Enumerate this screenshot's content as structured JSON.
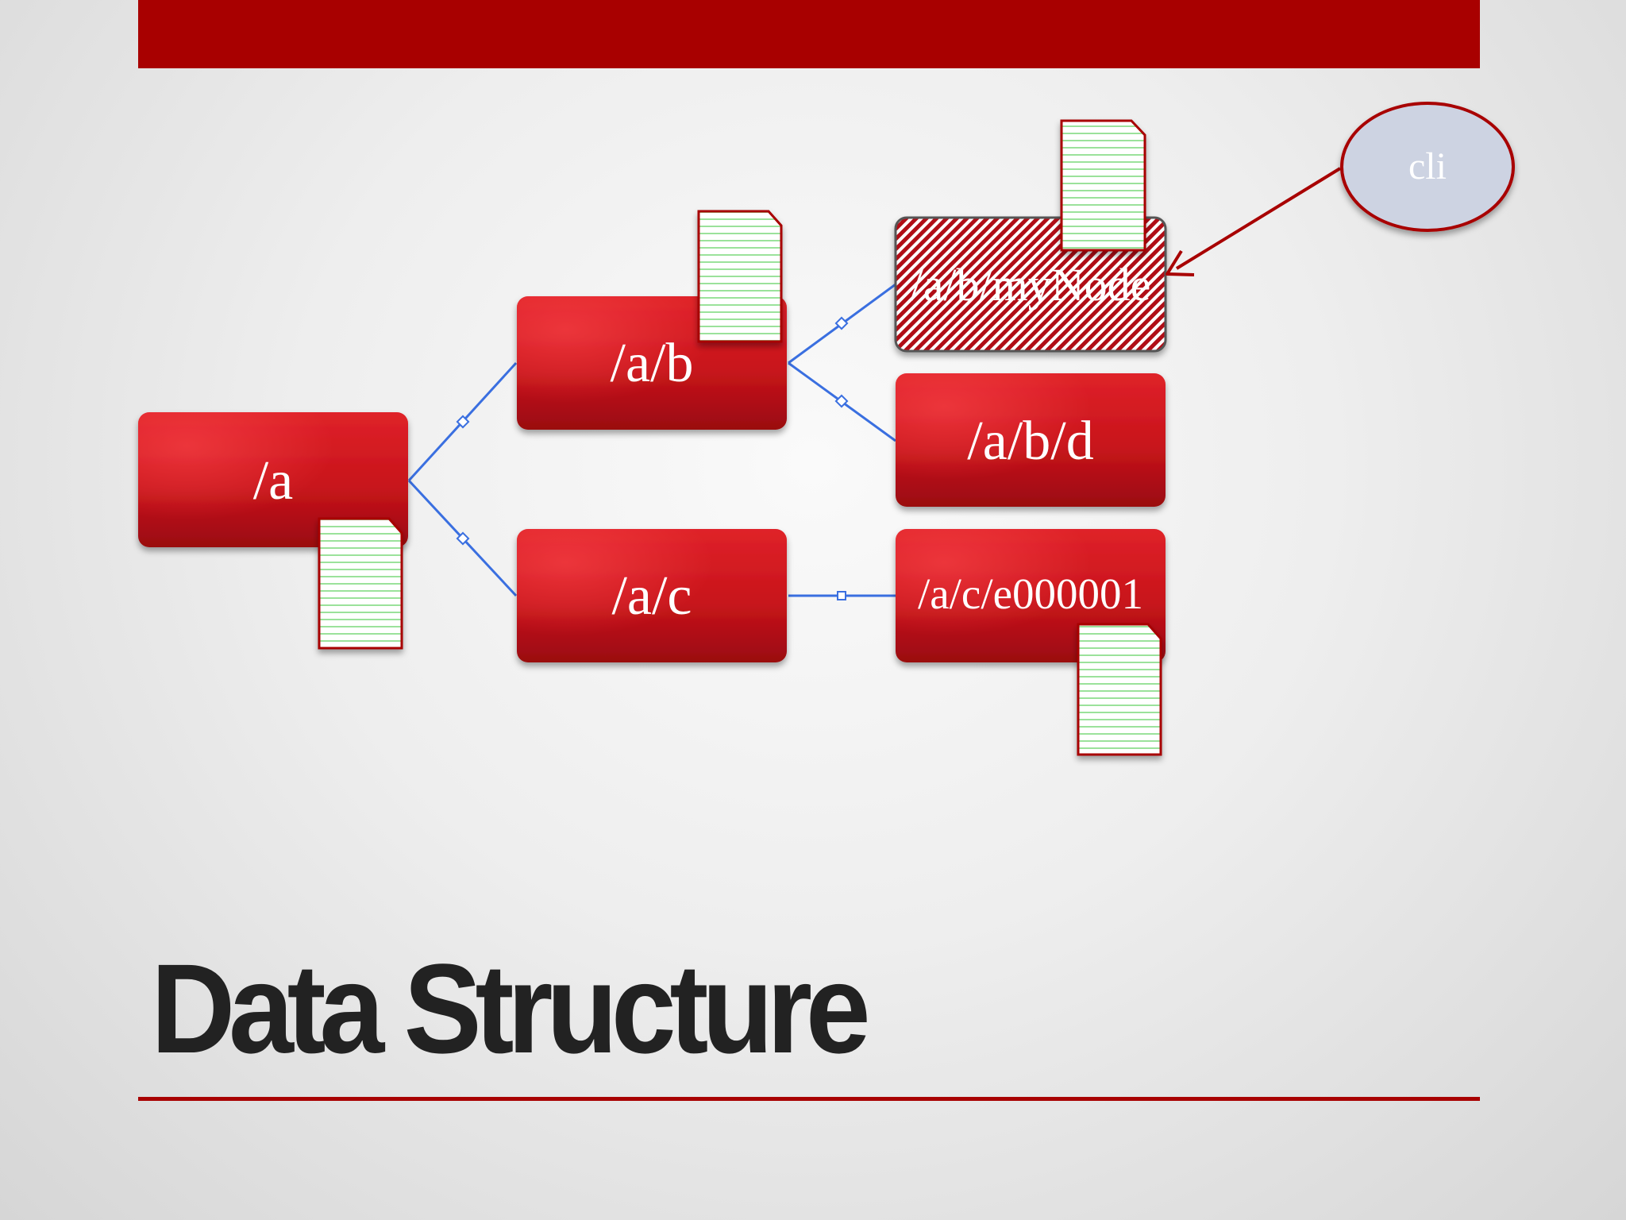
{
  "title": "Data Structure",
  "colors": {
    "accent": "#a80000",
    "node_fill": "#c8141b",
    "edge": "#3a6fe0",
    "client_fill": "#cdd3e2",
    "doc_lines": "#9be29b"
  },
  "nodes": {
    "a": "/a",
    "a_b": "/a/b",
    "a_c": "/a/c",
    "a_b_mynode": "/a/b/myNode",
    "a_b_d": "/a/b/d",
    "a_c_e000001": "/a/c/e000001"
  },
  "client": {
    "label": "cli"
  }
}
